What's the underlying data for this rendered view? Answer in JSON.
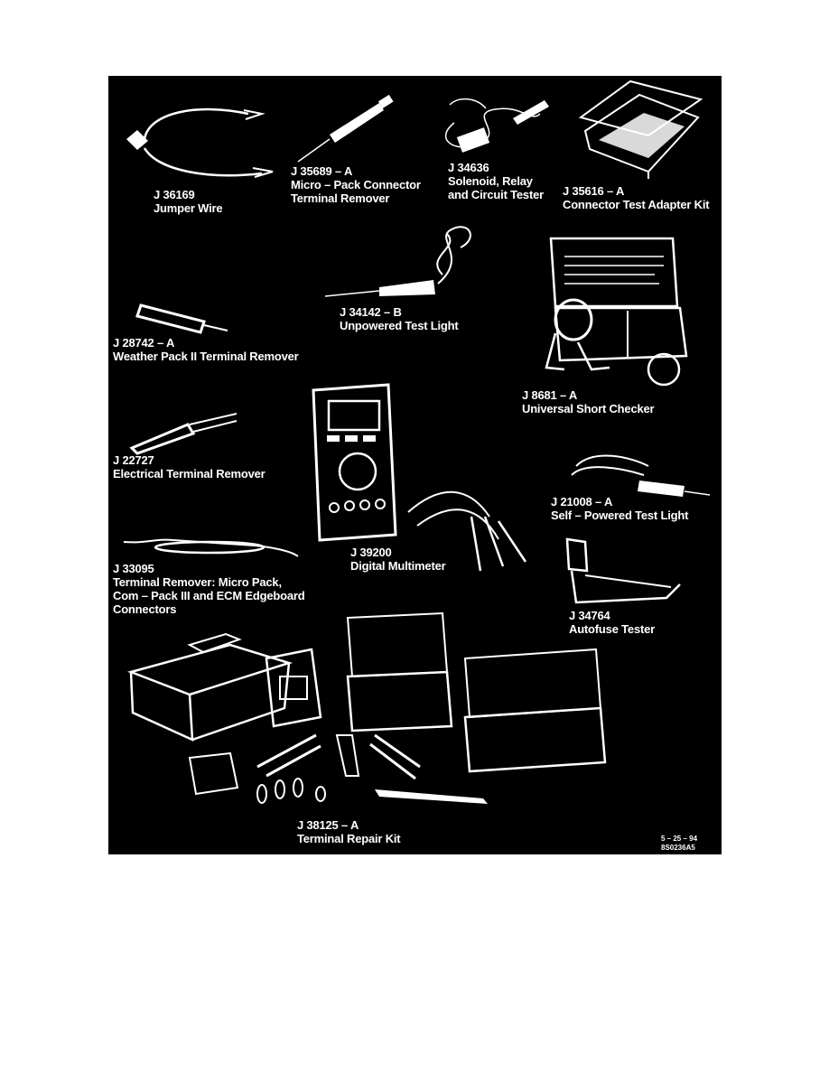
{
  "tools": {
    "jumper_wire": {
      "part": "J 36169",
      "name": "Jumper Wire"
    },
    "micro_pack_remover": {
      "part": "J 35689 – A",
      "name1": "Micro – Pack Connector",
      "name2": "Terminal Remover"
    },
    "relay_tester": {
      "part": "J 34636",
      "name1": "Solenoid, Relay",
      "name2": "and Circuit Tester"
    },
    "test_adapter_kit": {
      "part": "J 35616 – A",
      "name": "Connector Test Adapter Kit"
    },
    "unpowered_test_light": {
      "part": "J 34142 – B",
      "name": "Unpowered Test Light"
    },
    "weather_pack_remover": {
      "part": "J 28742 – A",
      "name": "Weather Pack II Terminal Remover"
    },
    "short_checker": {
      "part": "J 8681 – A",
      "name": "Universal Short Checker"
    },
    "electrical_remover": {
      "part": "J 22727",
      "name": "Electrical Terminal Remover"
    },
    "powered_test_light": {
      "part": "J 21008 – A",
      "name": "Self – Powered Test Light"
    },
    "multimeter": {
      "part": "J 39200",
      "name": "Digital Multimeter"
    },
    "edgeboard_remover": {
      "part": "J 33095",
      "name1": "Terminal Remover: Micro Pack,",
      "name2": "Com – Pack III and ECM Edgeboard",
      "name3": "Connectors"
    },
    "autofuse_tester": {
      "part": "J 34764",
      "name": "Autofuse Tester"
    },
    "repair_kit": {
      "part": "J 38125 – A",
      "name": "Terminal Repair Kit"
    }
  },
  "stamp": {
    "date": "5 – 25 – 94",
    "code": "8S0236A5"
  },
  "colors": {
    "panel": "#000000",
    "line": "#ffffff",
    "page": "#ffffff"
  }
}
